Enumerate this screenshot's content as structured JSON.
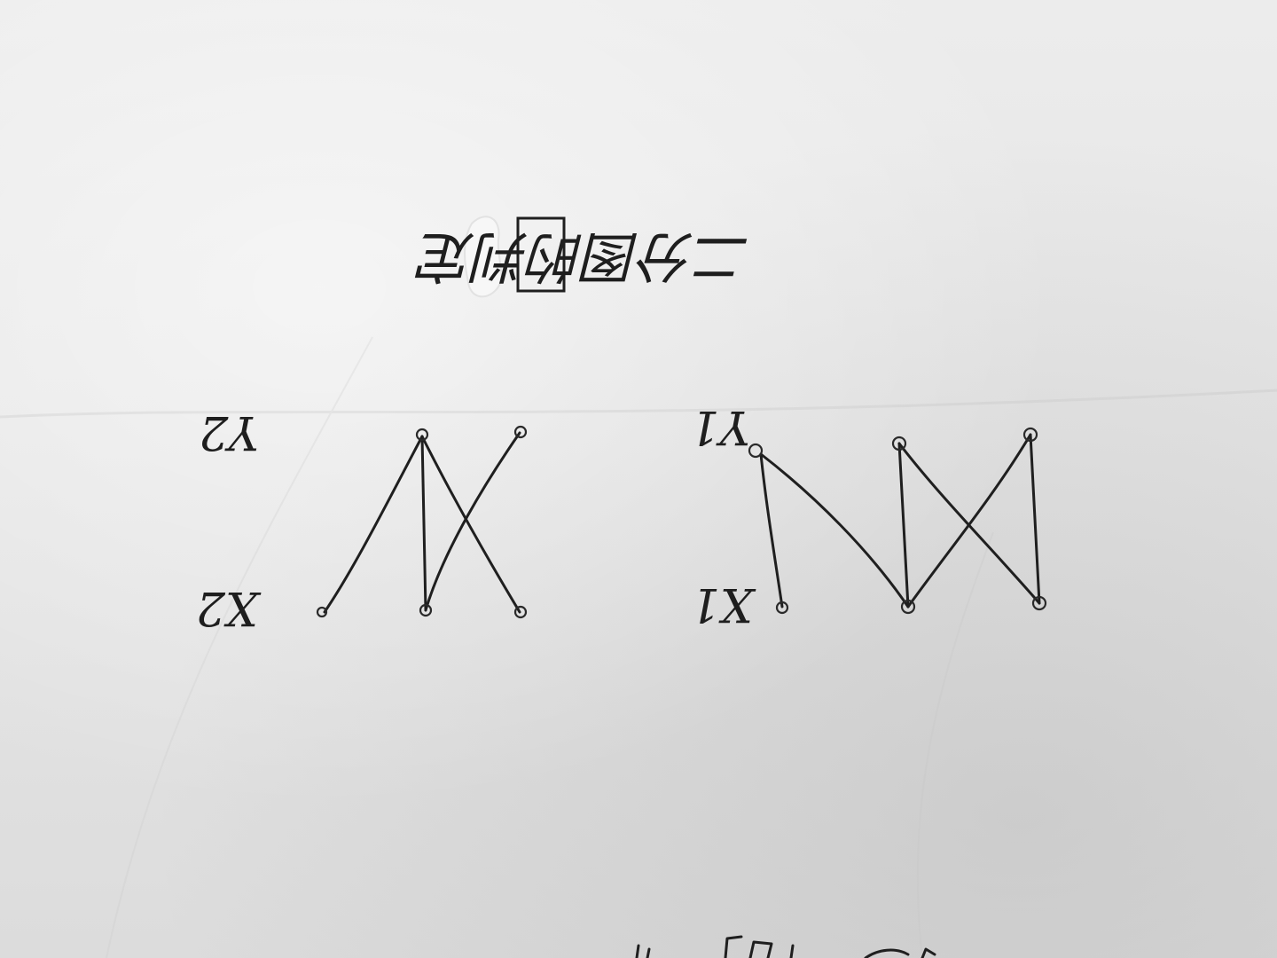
{
  "photo": {
    "subject": "handwritten sketch on paper",
    "paper_color": "#e9e9e9",
    "ink_color": "#1f1f1f"
  },
  "heading": {
    "text": "二分图的判定"
  },
  "left_graph": {
    "top_label": "Y2",
    "bottom_label": "X2"
  },
  "right_graph": {
    "top_label": "Y1",
    "bottom_label": "X1"
  }
}
